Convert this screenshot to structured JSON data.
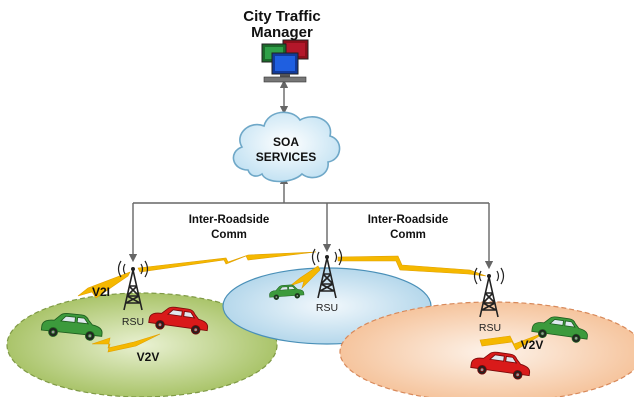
{
  "title": {
    "line1": "City Traffic",
    "line2": "Manager"
  },
  "cloud": {
    "line1": "SOA",
    "line2": "SERVICES"
  },
  "inter_roadside_left": {
    "line1": "Inter-Roadside",
    "line2": "Comm"
  },
  "inter_roadside_right": {
    "line1": "Inter-Roadside",
    "line2": "Comm"
  },
  "rsu_left": "RSU",
  "rsu_center": "RSU",
  "rsu_right": "RSU",
  "link_v2i": "V2I",
  "link_v2v_left": "V2V",
  "link_v2v_right": "V2V",
  "colors": {
    "zone_left": "#9fbf5a",
    "zone_center": "#bcd9ea",
    "zone_right": "#f6c7a1",
    "lightning": "#f5b800",
    "car_green": "#3c9a3c",
    "car_red": "#d91a1a",
    "cloud": "#d6ecf7"
  },
  "icons": [
    "monitor-icon",
    "cloud-icon",
    "antenna-tower-icon",
    "car-icon",
    "lightning-link-icon"
  ]
}
